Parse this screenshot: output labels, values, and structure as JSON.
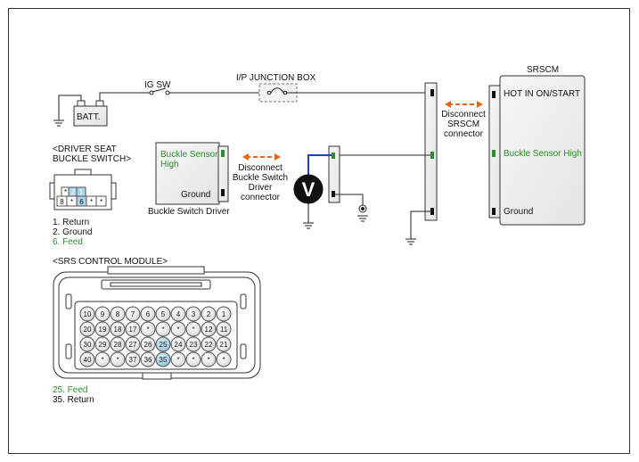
{
  "labels": {
    "batt": "BATT.",
    "ig_sw": "IG SW",
    "ip_junction_box": "I/P JUNCTION BOX",
    "srscm_title": "SRSCM",
    "srscm_pin_hot": "HOT IN ON/START",
    "srscm_pin_buckle": "Buckle Sensor High",
    "srscm_pin_ground": "Ground",
    "disconnect_srscm": [
      "Disconnect",
      "SRSCM",
      "connector"
    ],
    "buckle_driver_pin_sensor": [
      "Buckle Sensor",
      "High"
    ],
    "buckle_driver_pin_ground": "Ground",
    "buckle_driver_title": "Buckle Switch Driver",
    "disconnect_buckle": [
      "Disconnect",
      "Buckle Switch",
      "Driver",
      "connector"
    ],
    "voltmeter": "V"
  },
  "driver_seat_connector": {
    "title": [
      "<DRIVER SEAT",
      "BUCKLE SWITCH>"
    ],
    "cells_top": [
      "*",
      "2",
      "1"
    ],
    "cells_bottom": [
      "8",
      "*",
      "6",
      "*",
      "*"
    ],
    "pins": [
      {
        "text": "1. Return",
        "highlight": false
      },
      {
        "text": "2. Ground",
        "highlight": false
      },
      {
        "text": "6. Feed",
        "highlight": true
      }
    ]
  },
  "srs_module": {
    "title": "<SRS CONTROL MODULE>",
    "rows": [
      [
        "10",
        "9",
        "8",
        "7",
        "6",
        "5",
        "4",
        "3",
        "2",
        "1"
      ],
      [
        "20",
        "19",
        "18",
        "17",
        "*",
        "*",
        "*",
        "*",
        "12",
        "11"
      ],
      [
        "30",
        "29",
        "28",
        "27",
        "26",
        "25",
        "24",
        "23",
        "22",
        "21"
      ],
      [
        "40",
        "*",
        "*",
        "37",
        "36",
        "35",
        "*",
        "*",
        "*",
        "*"
      ]
    ],
    "highlighted": [
      "25",
      "35"
    ],
    "pins": [
      {
        "text": "25. Feed",
        "highlight": true
      },
      {
        "text": "35. Return",
        "highlight": false
      }
    ]
  },
  "colors": {
    "wire": "#222222",
    "probe_wire": "#1f3fbf",
    "arrow": "#e8641a",
    "pin_green": "#2e8b2e",
    "highlight_fill": "#a9d3e6",
    "box_fill": "#ededed"
  }
}
